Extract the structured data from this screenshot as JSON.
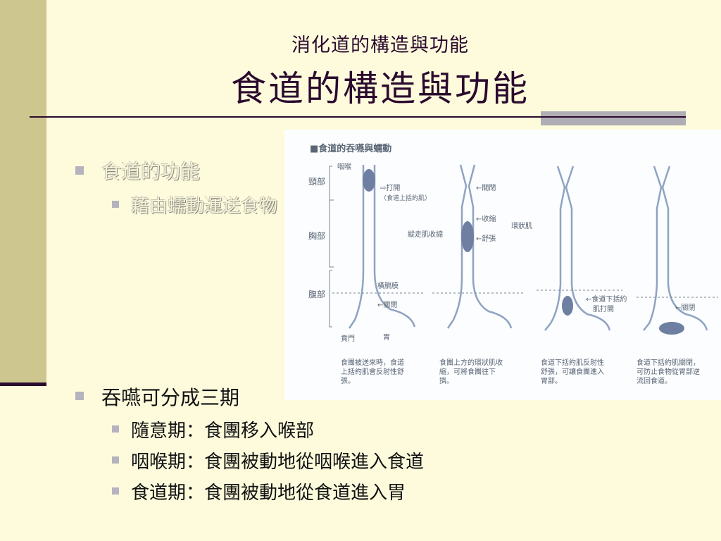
{
  "slide": {
    "subtitle": "消化道的構造與功能",
    "title": "食道的構造與功能"
  },
  "bullets": {
    "function_heading": "食道的功能",
    "function_sub": "藉由蠕動運送食物",
    "phases_heading": "吞嚥可分成三期",
    "phase_1": "隨意期：食團移入喉部",
    "phase_2": "咽喉期：食團被動地從咽喉進入食道",
    "phase_3": "食道期：食團被動地從食道進入胃"
  },
  "figure": {
    "title": "■食道的吞嚥與蠕動",
    "region_neck": "頸部",
    "region_chest": "胸部",
    "region_abdomen": "腹部",
    "label_pharynx": "咽喉",
    "label_open": "⇨打開",
    "label_upper_sphincter": "（食道上括約肌）",
    "label_closed_1": "←關閉",
    "label_contract": "←收縮",
    "label_relax": "←舒張",
    "label_ring_muscle": "環狀肌",
    "label_longitudinal": "縱走肌收縮",
    "label_diaphragm": "橫膈膜",
    "label_closed_2": "←關閉",
    "label_cardia": "賁門",
    "label_stomach": "胃",
    "label_lower_sphincter_1": "←食道下括約",
    "label_lower_sphincter_2": "肌打開",
    "label_closed_3": "←關閉",
    "caption_1": [
      "食團被送來時，食道",
      "上括約肌會反射性舒",
      "張。"
    ],
    "caption_2": [
      "食團上方的環狀肌收",
      "縮，可將食團往下",
      "擠。"
    ],
    "caption_3": [
      "食道下括約肌反射性",
      "舒張，可讓食團進入",
      "胃部。"
    ],
    "caption_4": [
      "食道下括約肌關閉，",
      "可防止食物從胃部逆",
      "流回食道。"
    ]
  }
}
